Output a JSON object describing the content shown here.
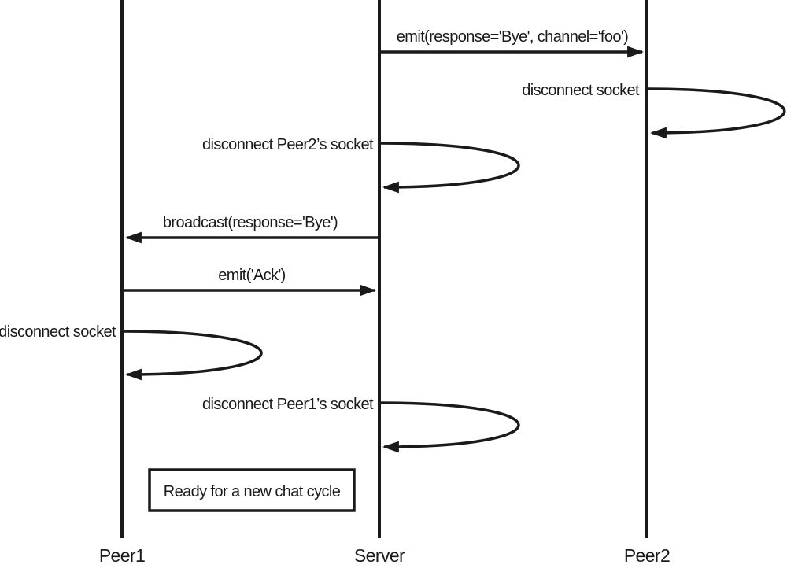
{
  "diagram": {
    "type": "sequence-diagram",
    "colors": {
      "stroke": "#1a1a1a",
      "text": "#1a1a1a",
      "background": "#ffffff"
    },
    "actors": [
      {
        "id": "peer1",
        "label": "Peer1"
      },
      {
        "id": "server",
        "label": "Server"
      },
      {
        "id": "peer2",
        "label": "Peer2"
      }
    ],
    "messages": [
      {
        "from": "server",
        "to": "peer2",
        "kind": "arrow",
        "label": "emit(response='Bye', channel='foo')"
      },
      {
        "from": "peer2",
        "to": "peer2",
        "kind": "self-loop",
        "label": "disconnect socket"
      },
      {
        "from": "server",
        "to": "server",
        "kind": "self-loop",
        "label": "disconnect Peer2’s socket"
      },
      {
        "from": "server",
        "to": "peer1",
        "kind": "arrow",
        "label": "broadcast(response='Bye')"
      },
      {
        "from": "peer1",
        "to": "server",
        "kind": "arrow",
        "label": "emit('Ack')"
      },
      {
        "from": "peer1",
        "to": "peer1",
        "kind": "self-loop",
        "label": "disconnect socket"
      },
      {
        "from": "server",
        "to": "server",
        "kind": "self-loop",
        "label": "disconnect Peer1’s socket"
      }
    ],
    "note": {
      "label": "Ready for a new chat cycle"
    }
  }
}
